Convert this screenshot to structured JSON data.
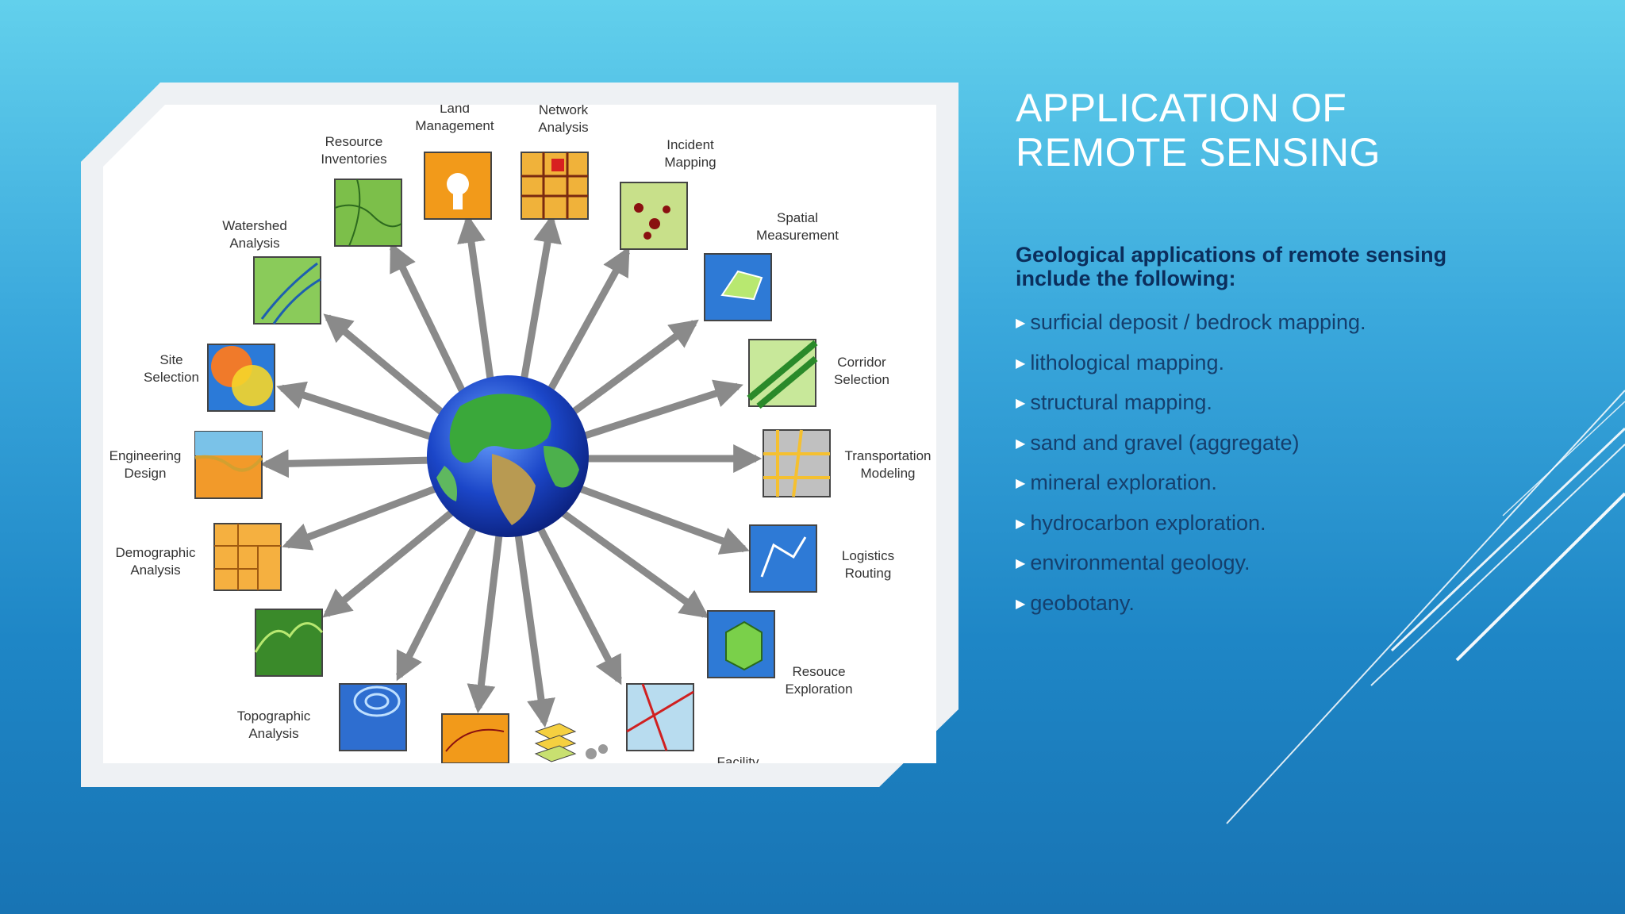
{
  "slide": {
    "title_lines": [
      "APPLICATION OF",
      "REMOTE SENSING"
    ],
    "subheading_lines": [
      "Geological applications of remote sensing",
      "include the following:"
    ],
    "bullet_marker": "triangle-right-icon",
    "bullets": [
      "surficial deposit / bedrock mapping.",
      "lithological mapping.",
      "structural mapping.",
      "sand and gravel (aggregate)",
      "mineral exploration.",
      "hydrocarbon exploration.",
      "environmental geology.",
      "geobotany."
    ]
  },
  "diagram": {
    "center": "globe-icon",
    "labels": {
      "land_management": [
        "Land",
        "Management"
      ],
      "network_analysis": [
        "Network",
        "Analysis"
      ],
      "resource_inventories": [
        "Resource",
        "Inventories"
      ],
      "incident_mapping": [
        "Incident",
        "Mapping"
      ],
      "watershed_analysis": [
        "Watershed",
        "Analysis"
      ],
      "spatial_measurement": [
        "Spatial",
        "Measurement"
      ],
      "site_selection": [
        "Site",
        "Selection"
      ],
      "corridor_selection": [
        "Corridor",
        "Selection"
      ],
      "engineering_design": [
        "Engineering",
        "Design"
      ],
      "transportation_modeling": [
        "Transportation",
        "Modeling"
      ],
      "demographic_analysis": [
        "Demographic",
        "Analysis"
      ],
      "logistics_routing": [
        "Logistics",
        "Routing"
      ],
      "resource_exploration": [
        "Resouce",
        "Exploration"
      ],
      "topographic_analysis": [
        "Topographic",
        "Analysis"
      ],
      "facility_partial": "Facility"
    }
  },
  "colors": {
    "title": "#ffffff",
    "subheading": "#0b2e5c",
    "bullet_text": "#153f6d",
    "arrow": "#8a8a8a"
  }
}
